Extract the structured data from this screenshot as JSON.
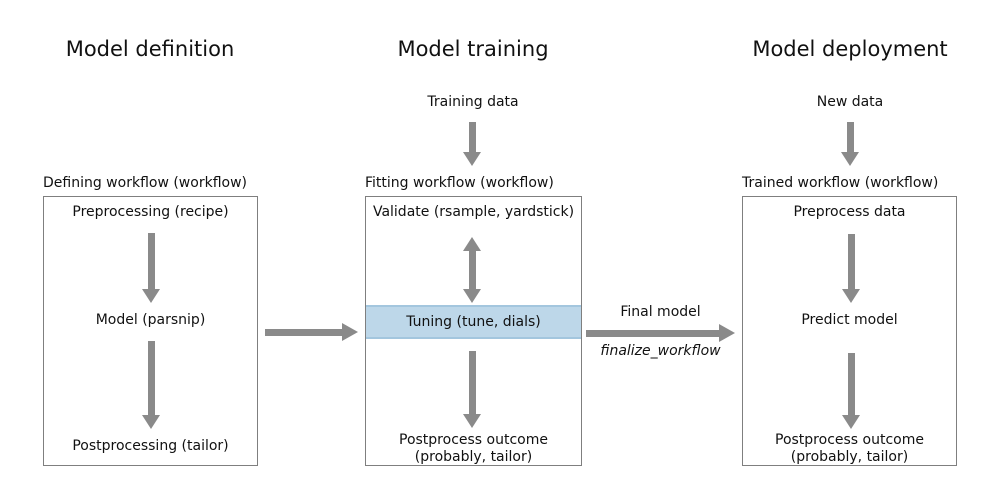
{
  "diagram": {
    "sections": [
      {
        "title": "Model definition",
        "workflow_label": "Defining workflow (workflow)",
        "steps": [
          "Preprocessing (recipe)",
          "Model (parsnip)",
          "Postprocessing (tailor)"
        ]
      },
      {
        "title": "Model training",
        "input_label": "Training data",
        "workflow_label": "Fitting workflow (workflow)",
        "steps": [
          "Validate (rsample, yardstick)",
          "Tuning (tune, dials)",
          "Postprocess outcome\n(probably, tailor)"
        ]
      },
      {
        "title": "Model deployment",
        "input_label": "New data",
        "workflow_label": "Trained workflow (workflow)",
        "steps": [
          "Preprocess data",
          "Predict model",
          "Postprocess outcome\n(probably, tailor)"
        ]
      }
    ],
    "connector": {
      "final_model_label": "Final model",
      "function_label": "finalize_workflow"
    },
    "colors": {
      "arrow": "#8a8a8a",
      "box_border": "#7f7f7f",
      "highlight_fill": "#bdd7e9",
      "highlight_border": "#a3c6de",
      "text": "#111111",
      "background": "#ffffff"
    }
  }
}
